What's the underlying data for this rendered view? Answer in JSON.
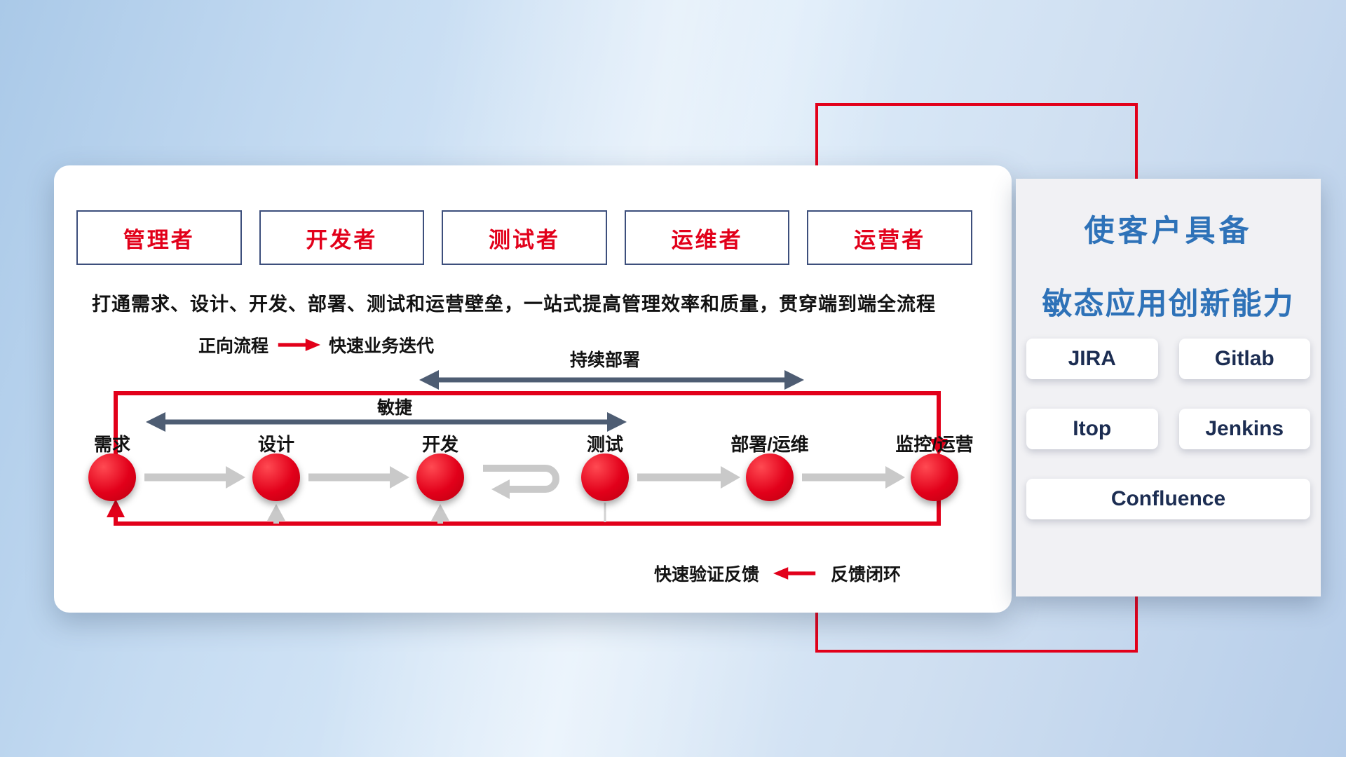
{
  "card": {
    "roles": [
      "管理者",
      "开发者",
      "测试者",
      "运维者",
      "运营者"
    ],
    "description": "打通需求、设计、开发、部署、测试和运营壁垒，一站式提高管理效率和质量，贯穿端到端全流程",
    "legend_forward": {
      "label": "正向流程",
      "value": "快速业务迭代"
    },
    "span_arrows": {
      "continuous_deployment": "持续部署",
      "agile": "敏捷"
    },
    "nodes": [
      "需求",
      "设计",
      "开发",
      "测试",
      "部署/运维",
      "监控/运营"
    ],
    "legend_feedback": {
      "label": "快速验证反馈",
      "value": "反馈闭环"
    }
  },
  "panel": {
    "title_line1": "使客户具备",
    "title_line2": "敏态应用创新能力",
    "tools": [
      "JIRA",
      "Gitlab",
      "Itop",
      "Jenkins",
      "Confluence"
    ]
  },
  "colors": {
    "accent_red": "#e2001a",
    "arrow_dark": "#4e5d73",
    "arrow_gray": "#c9c9c9",
    "title_blue": "#2e72b8",
    "tool_text": "#1c2d52",
    "role_border": "#3d4f7c"
  }
}
